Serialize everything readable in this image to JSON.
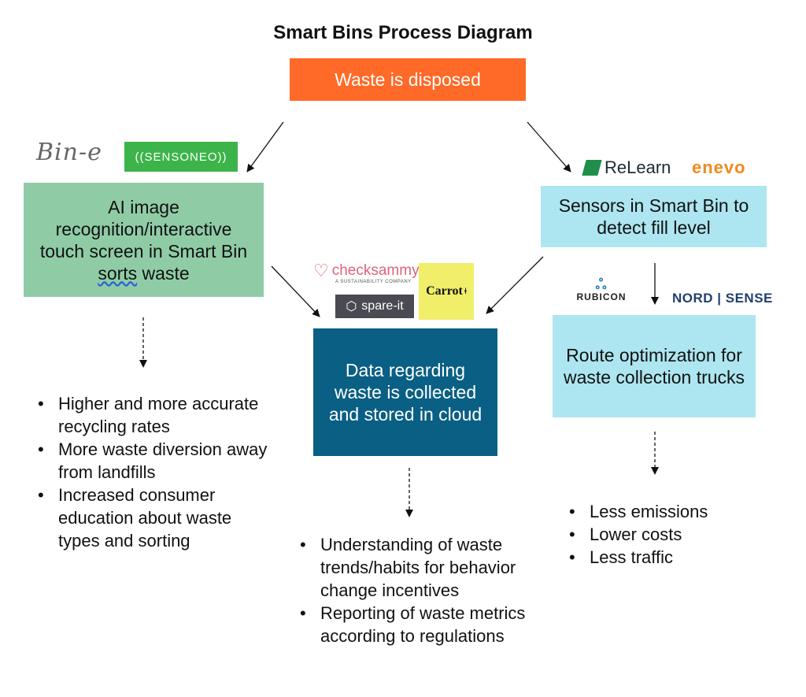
{
  "diagram": {
    "title": "Smart Bins Process Diagram",
    "boxes": {
      "start": "Waste is disposed",
      "ai_pre": "AI image recognition/interactive touch screen in Smart Bin ",
      "ai_underlined": "sorts",
      "ai_post": " waste",
      "sensors": "Sensors in Smart Bin to detect fill level",
      "route": "Route optimization for waste collection trucks",
      "data": "Data regarding waste is collected and stored in cloud"
    },
    "lists": {
      "left": [
        "Higher and more accurate recycling rates",
        "More waste diversion away from landfills",
        "Increased consumer education about waste types and sorting"
      ],
      "center": [
        "Understanding of waste trends/habits for behavior change incentives",
        "Reporting of waste metrics according to regulations"
      ],
      "right": [
        "Less emissions",
        "Lower costs",
        "Less traffic"
      ]
    },
    "logos": {
      "bine": "Bin-e",
      "sensoneo": "((SENSONEO))",
      "relearn": "ReLearn",
      "enevo": "enevo",
      "checksammy": "checksammy",
      "checksammy_sub": "A SUSTAINABILITY COMPANY",
      "spareit": "spare-it",
      "carrot": "Carrot",
      "rubicon": "RUBICON",
      "nordsense": "NORD | SENSE"
    },
    "colors": {
      "start": "#ff6a28",
      "ai": "#8fcca6",
      "sensors": "#ade6f0",
      "data": "#0a5f84"
    }
  }
}
